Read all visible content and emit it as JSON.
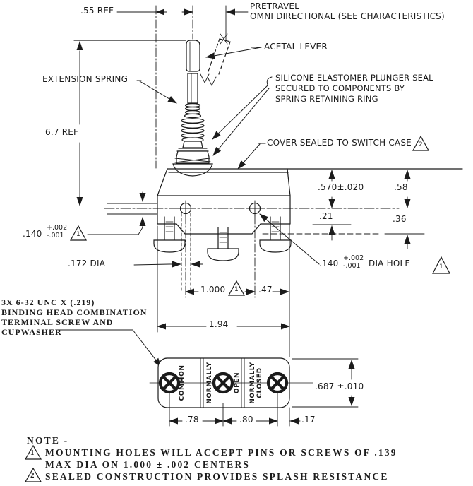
{
  "labels": {
    "ref55": ".55 REF",
    "pretravel_line1": "PRETRAVEL",
    "pretravel_line2": "OMNI DIRECTIONAL (SEE CHARACTERISTICS)",
    "acetal_lever": "ACETAL LEVER",
    "extension_spring": "EXTENSION SPRING",
    "silicone_line1": "SILICONE ELASTOMER PLUNGER SEAL",
    "silicone_line2": "SECURED TO COMPONENTS BY",
    "silicone_line3": "SPRING RETAINING RING",
    "ref67": "6.7 REF",
    "cover_seal": "COVER SEALED TO SWITCH CASE",
    "screw_spec_line1": "3X 6-32 UNC X (.219)",
    "screw_spec_line2": "BINDING HEAD COMBINATION",
    "screw_spec_line3": "TERMINAL SCREW AND",
    "screw_spec_line4": "CUPWASHER"
  },
  "dimensions": {
    "cover_height": ".570±.020",
    "cover_height_ref": ".58",
    "hole_to_step": ".21",
    "hole_to_flange": ".36",
    "hole_left_main": ".140",
    "hole_left_plus": "+.002",
    "hole_left_minus": "-.001",
    "hole_right_main": ".140",
    "hole_right_plus": "+.002",
    "hole_right_minus": "-.001",
    "hole_right_suffix": "DIA HOLE",
    "screw_dia": ".172 DIA",
    "hole_centers": "1.000",
    "hole_to_edge": ".47",
    "body_width": "1.94",
    "base_height": ".687 ±.010",
    "term_spacing_1": ".78",
    "term_spacing_2": ".80",
    "term_edge": ".17"
  },
  "terminals": {
    "t1": "COMMON",
    "t2a": "NORMALLY",
    "t2b": "OPEN",
    "t3a": "NORMALLY",
    "t3b": "CLOSED"
  },
  "notes": {
    "title": "NOTE -",
    "note1_line1": "MOUNTING HOLES WILL ACCEPT PINS OR SCREWS OF .139",
    "note1_line2": "MAX DIA ON 1.000 ± .002 CENTERS",
    "note2": "SEALED CONSTRUCTION PROVIDES SPLASH RESISTANCE"
  },
  "flags": {
    "flag1": "1",
    "flag2": "2"
  },
  "colors": {
    "ink": "#1b1b1b",
    "paper": "#ffffff"
  }
}
